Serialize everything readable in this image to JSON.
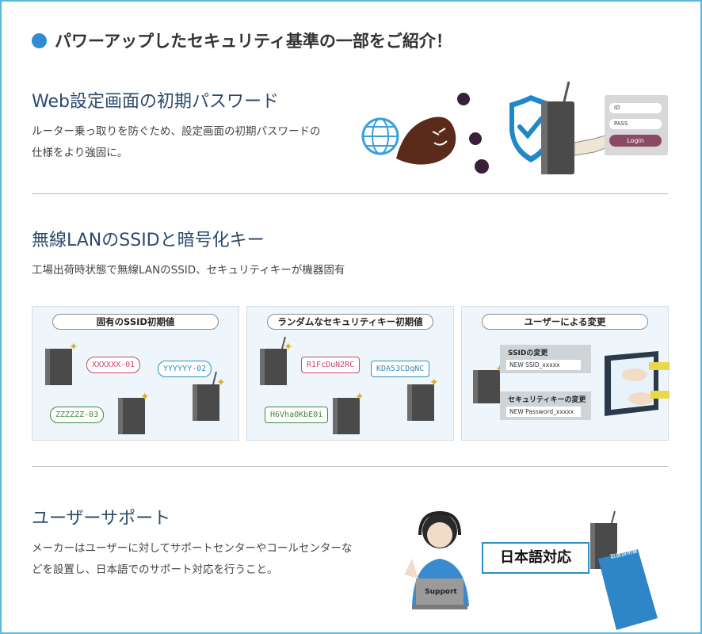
{
  "main_title": "パワーアップしたセキュリティ基準の一部をご紹介！",
  "sections": {
    "web": {
      "heading": "Web設定画面の初期パスワード",
      "desc_line1": "ルーター乗っ取りを防ぐため、設定画面の初期パスワードの",
      "desc_line2": "仕様をより強固に。",
      "login_box": {
        "id_label": "ID",
        "pass_label": "PASS",
        "login_button": "Login"
      }
    },
    "wlan": {
      "heading": "無線LANのSSIDと暗号化キー",
      "desc": "工場出荷時状態で無線LANのSSID、セキュリティキーが機器固有",
      "panels": [
        {
          "title": "固有のSSID初期値",
          "tags": [
            "XXXXXX-01",
            "YYYYYY-02",
            "ZZZZZZ-03"
          ]
        },
        {
          "title": "ランダムなセキュリティキー初期値",
          "tags": [
            "R1FcDuN2RC",
            "KDA53CDqNC",
            "H6Vha0KbE0i"
          ]
        },
        {
          "title": "ユーザーによる変更",
          "ssid_label": "SSIDの変更",
          "ssid_value": "NEW SSID_xxxxx",
          "key_label": "セキュリティキーの変更",
          "key_value": "NEW Password_xxxxx"
        }
      ]
    },
    "support": {
      "heading": "ユーザーサポート",
      "desc_line1": "メーカーはユーザーに対してサポートセンターやコールセンターな",
      "desc_line2": "どを設置し、日本語でのサポート対応を行うこと。",
      "bubble": "日本語対応",
      "laptop_label": "Support",
      "manual_label": "取扱説明書"
    }
  },
  "colors": {
    "accent": "#2f8cd0",
    "heading": "#2c4a6e",
    "frame": "#5bb8dc",
    "pink": "#c8466e",
    "blue": "#2e8fc0",
    "green": "#3f8a3f"
  }
}
